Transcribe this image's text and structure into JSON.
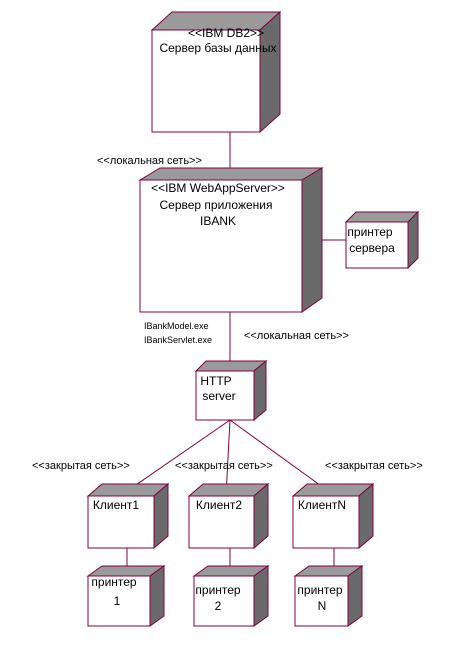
{
  "nodes": {
    "db_server": {
      "stereotype": "<<IBM DB2>>",
      "name": "Сервер базы данных"
    },
    "app_server": {
      "stereotype": "<<IBM WebAppServer>>",
      "name_line1": "Сервер приложения",
      "name_line2": "IBANK"
    },
    "server_printer": {
      "line1": "принтер",
      "line2": "сервера"
    },
    "http_server": {
      "line1": "HTTP",
      "line2": "server"
    },
    "client1": {
      "name": "Клиент1"
    },
    "client2": {
      "name": "Клиент2"
    },
    "clientN": {
      "name": "КлиентN"
    },
    "printer1": {
      "line1": "принтер",
      "line2": "1"
    },
    "printer2": {
      "line1": "принтер",
      "line2": "2"
    },
    "printerN": {
      "line1": "принтер",
      "line2": "N"
    }
  },
  "edges": {
    "db_app": "<<локальная сеть>>",
    "app_http": "<<локальная сеть>>",
    "http_client1": "<<закрытая сеть>>",
    "http_client2": "<<закрытая сеть>>",
    "http_clientN": "<<закрытая сеть>>"
  },
  "artifacts": [
    "IBankModel.exe",
    "IBankServlet.exe"
  ]
}
